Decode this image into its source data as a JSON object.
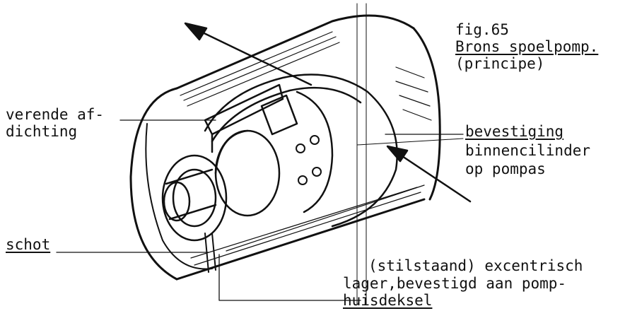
{
  "figure": {
    "number": "fig.65",
    "title": "Brons spoelpomp.",
    "subtitle": "(principe)"
  },
  "labels": {
    "verende_line1": "verende af-",
    "verende_line2": "dichting",
    "bevestiging_line1": "bevestiging",
    "bevestiging_line2": "binnencilinder",
    "bevestiging_line3": "op pompas",
    "schot": "schot",
    "lager_line1": "(stilstaand) excentrisch",
    "lager_line2": "lager,bevestigd aan pomp-",
    "lager_line3": "huisdeksel"
  }
}
